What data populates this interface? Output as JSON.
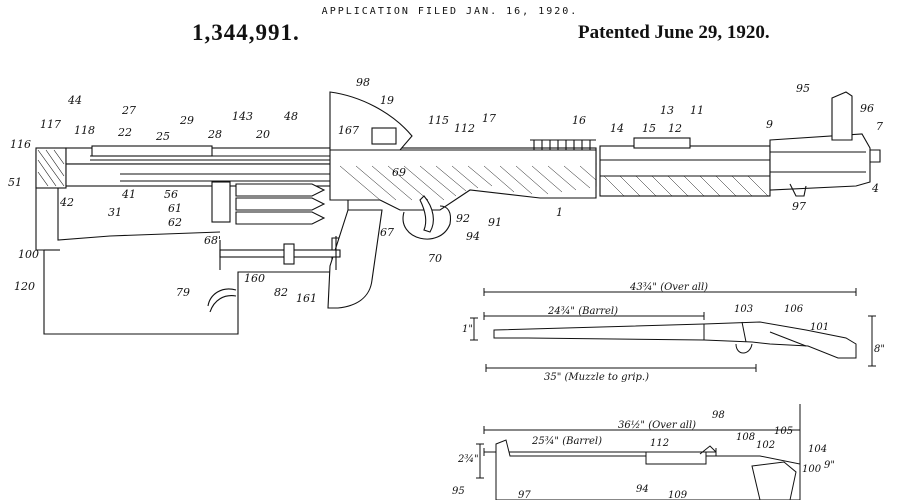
{
  "header": {
    "filed": "APPLICATION FILED JAN. 16, 1920.",
    "patent_number": "1,344,991.",
    "patented": "Patented June 29, 1920."
  },
  "fig1": {
    "labels": [
      "44",
      "117",
      "118",
      "116",
      "51",
      "42",
      "31",
      "41",
      "27",
      "22",
      "25",
      "29",
      "28",
      "143",
      "20",
      "48",
      "56",
      "61",
      "62",
      "68'",
      "98",
      "19",
      "167",
      "69",
      "115",
      "112",
      "17",
      "16",
      "14",
      "15",
      "13",
      "11",
      "12",
      "9",
      "95",
      "96",
      "7",
      "4",
      "97",
      "1",
      "91",
      "92",
      "94",
      "70",
      "67",
      "100",
      "120",
      "79",
      "82",
      "160",
      "161"
    ]
  },
  "fig2": {
    "dims": [
      "43¾\" (Over all)",
      "24¾\" (Barrel)",
      "35\" (Muzzle to grip.)",
      "1\"",
      "8\""
    ],
    "labels": [
      "103",
      "106",
      "101"
    ]
  },
  "fig3": {
    "dims": [
      "36½\" (Over all)",
      "25¾\" (Barrel)",
      "2¾\"",
      "9\""
    ],
    "labels": [
      "98",
      "112",
      "108",
      "102",
      "105",
      "104",
      "100",
      "95",
      "94",
      "97",
      "109"
    ]
  }
}
